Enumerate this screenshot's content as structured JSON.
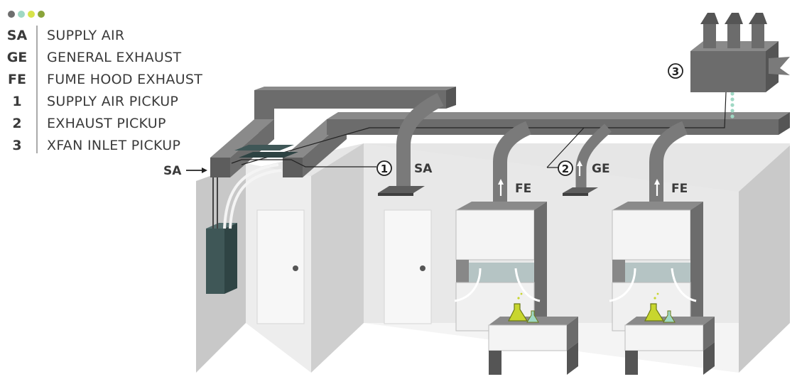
{
  "legend": {
    "dots": [
      "#6e6e6e",
      "#9fd8c4",
      "#d7e34a",
      "#8aa43a"
    ],
    "items": [
      {
        "key": "SA",
        "label": "SUPPLY AIR"
      },
      {
        "key": "GE",
        "label": "GENERAL EXHAUST"
      },
      {
        "key": "FE",
        "label": "FUME HOOD EXHAUST"
      },
      {
        "key": "1",
        "label": "SUPPLY AIR PICKUP"
      },
      {
        "key": "2",
        "label": "EXHAUST PICKUP"
      },
      {
        "key": "3",
        "label": "XFAN INLET PICKUP"
      }
    ]
  },
  "diagram": {
    "sa_inlet_label": "SA",
    "marker1": {
      "num": "1",
      "tag": "SA"
    },
    "marker2": {
      "num": "2",
      "tag": "GE"
    },
    "marker3": {
      "num": "3"
    },
    "hood1_tag": "FE",
    "hood2_tag": "FE"
  },
  "colors": {
    "duct_dark": "#5d5d5d",
    "duct_mid": "#7a7a7a",
    "duct_light": "#8c8c8c",
    "wall": "#dcdcdc",
    "wall_side": "#c4c4c4",
    "panel": "#3f5757",
    "liquid": "#c8d62e",
    "mint": "#9fd8c4"
  }
}
